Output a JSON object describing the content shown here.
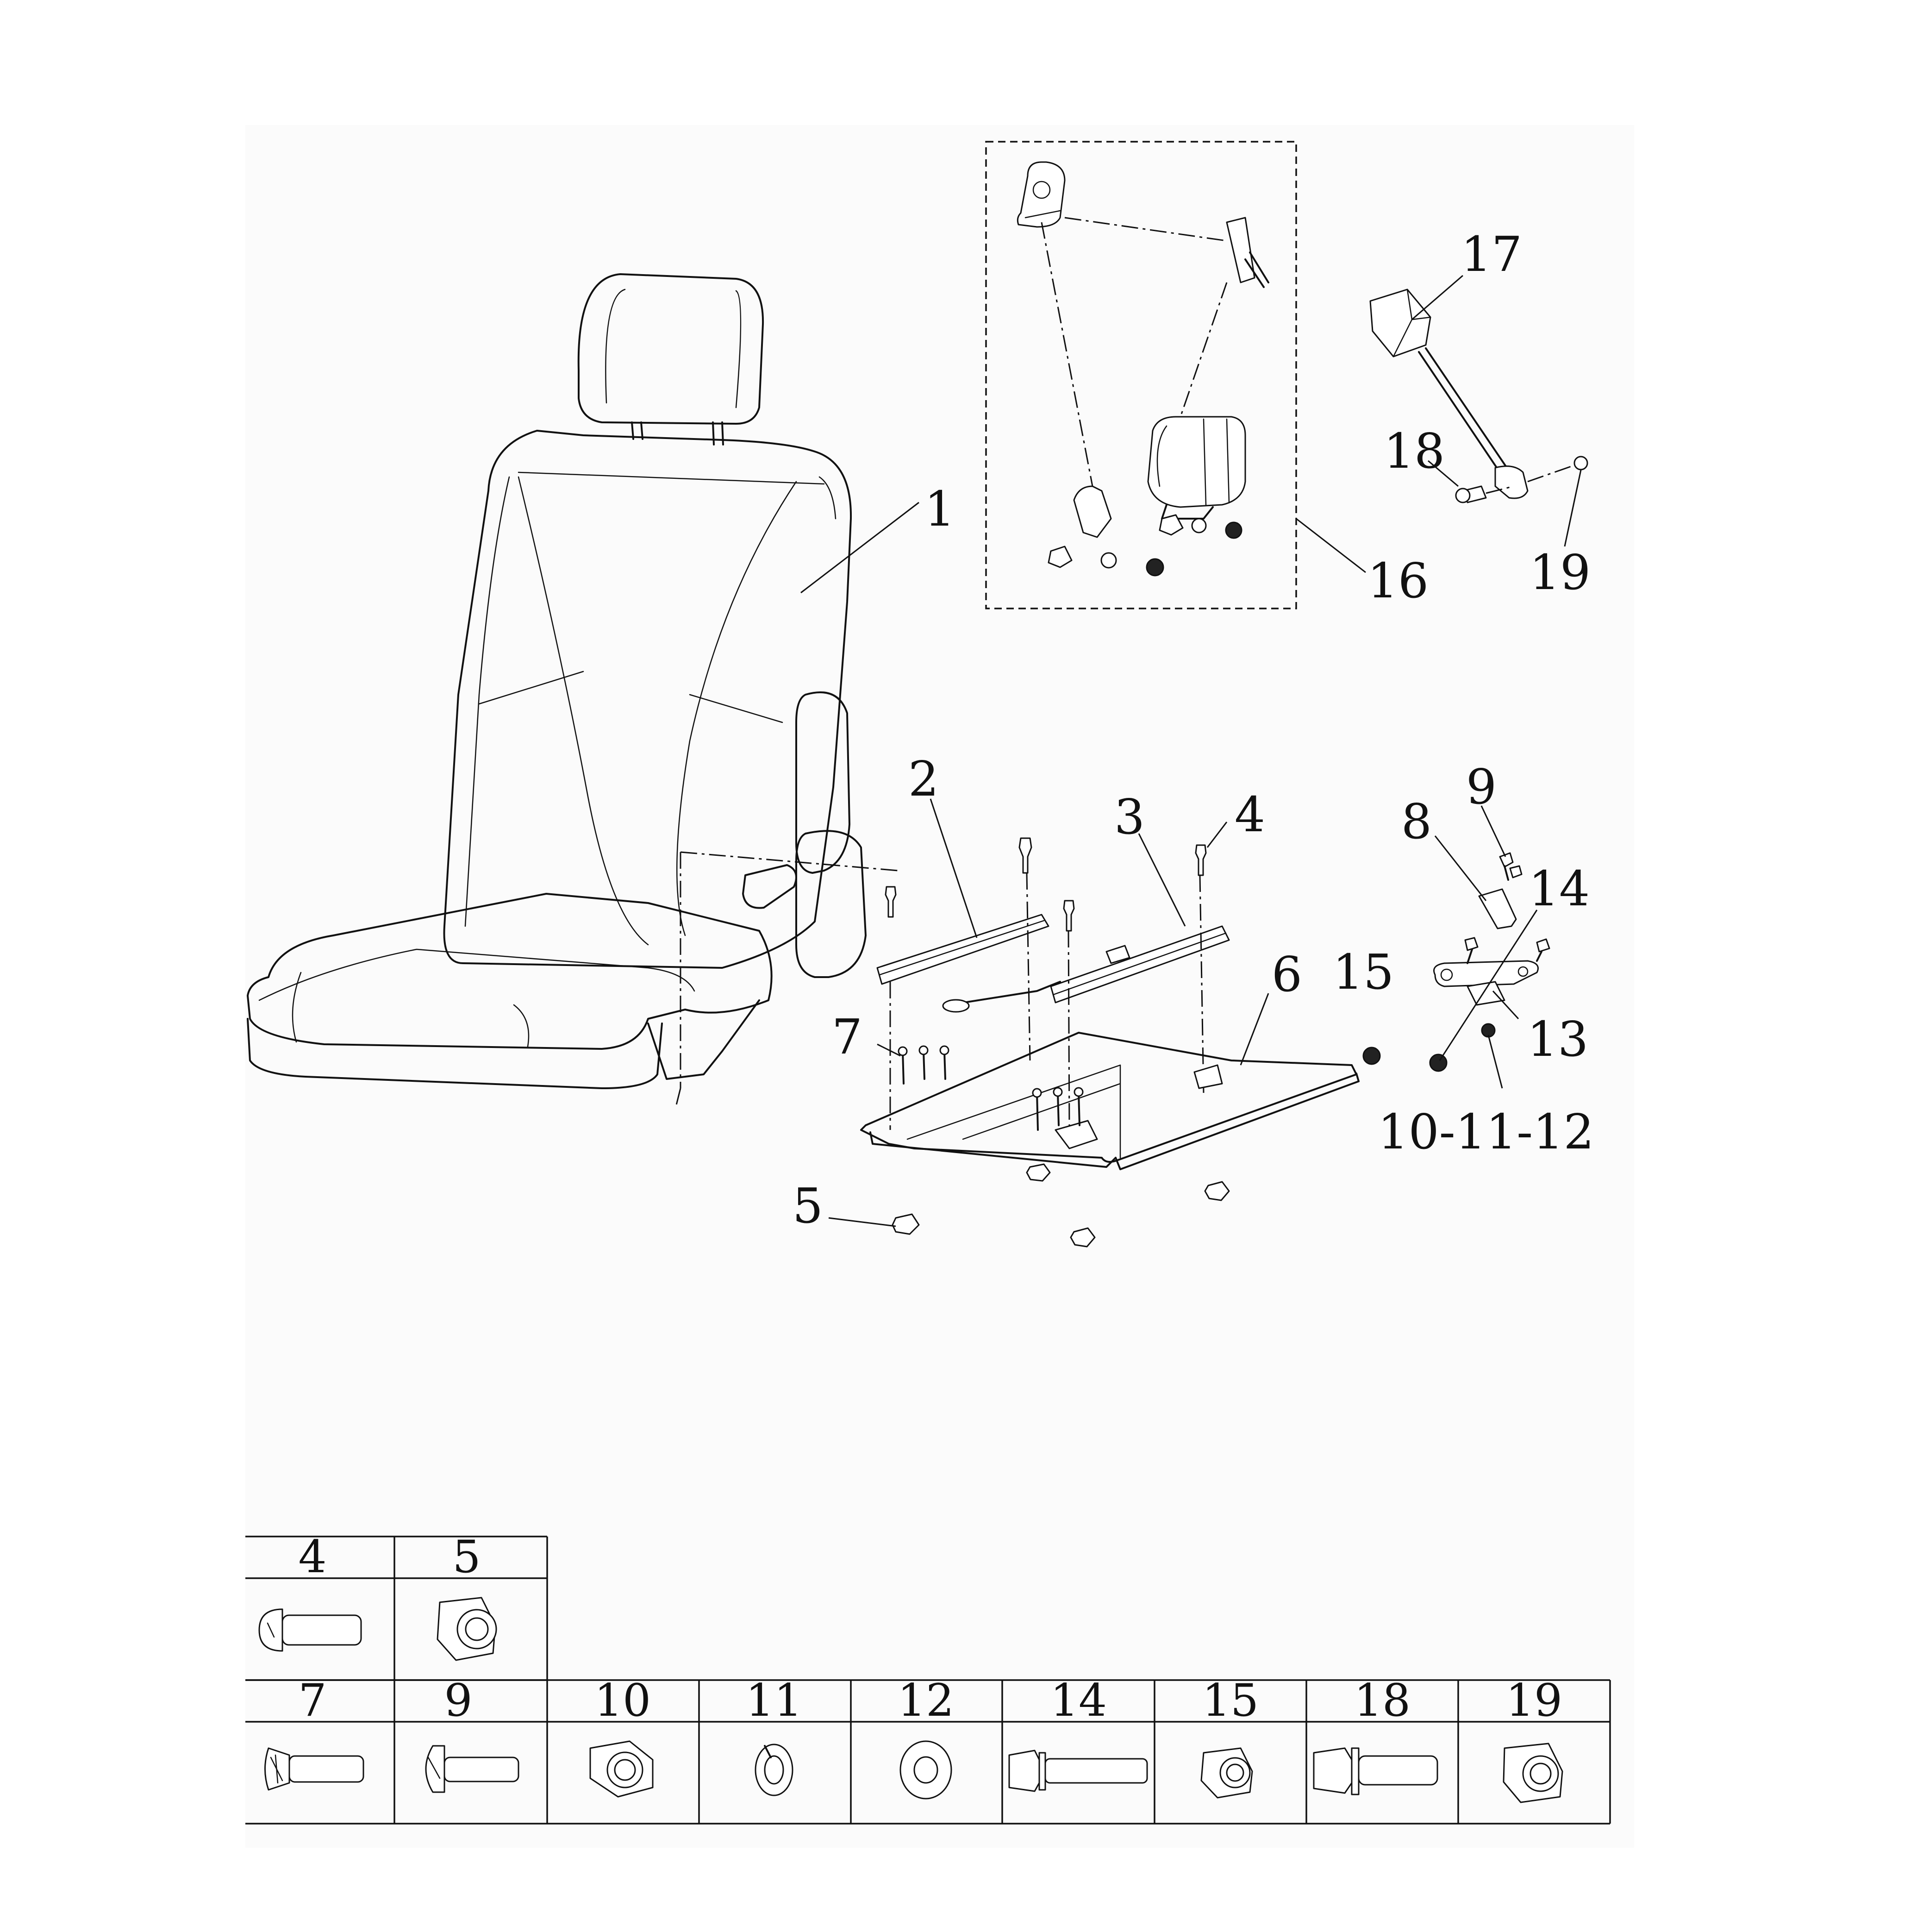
{
  "callouts": {
    "c1": "1",
    "c2": "2",
    "c3": "3",
    "c4": "4",
    "c5": "5",
    "c6": "6",
    "c7": "7",
    "c8": "8",
    "c9": "9",
    "c13": "13",
    "c14": "14",
    "c15": "15",
    "c16": "16",
    "c17": "17",
    "c18": "18",
    "c19": "19",
    "c10_11_12": "10-11-12"
  },
  "hardware_table": {
    "row1": [
      "4",
      "5"
    ],
    "row2": [
      "7",
      "9",
      "10",
      "11",
      "12",
      "14",
      "15",
      "18",
      "19"
    ]
  }
}
